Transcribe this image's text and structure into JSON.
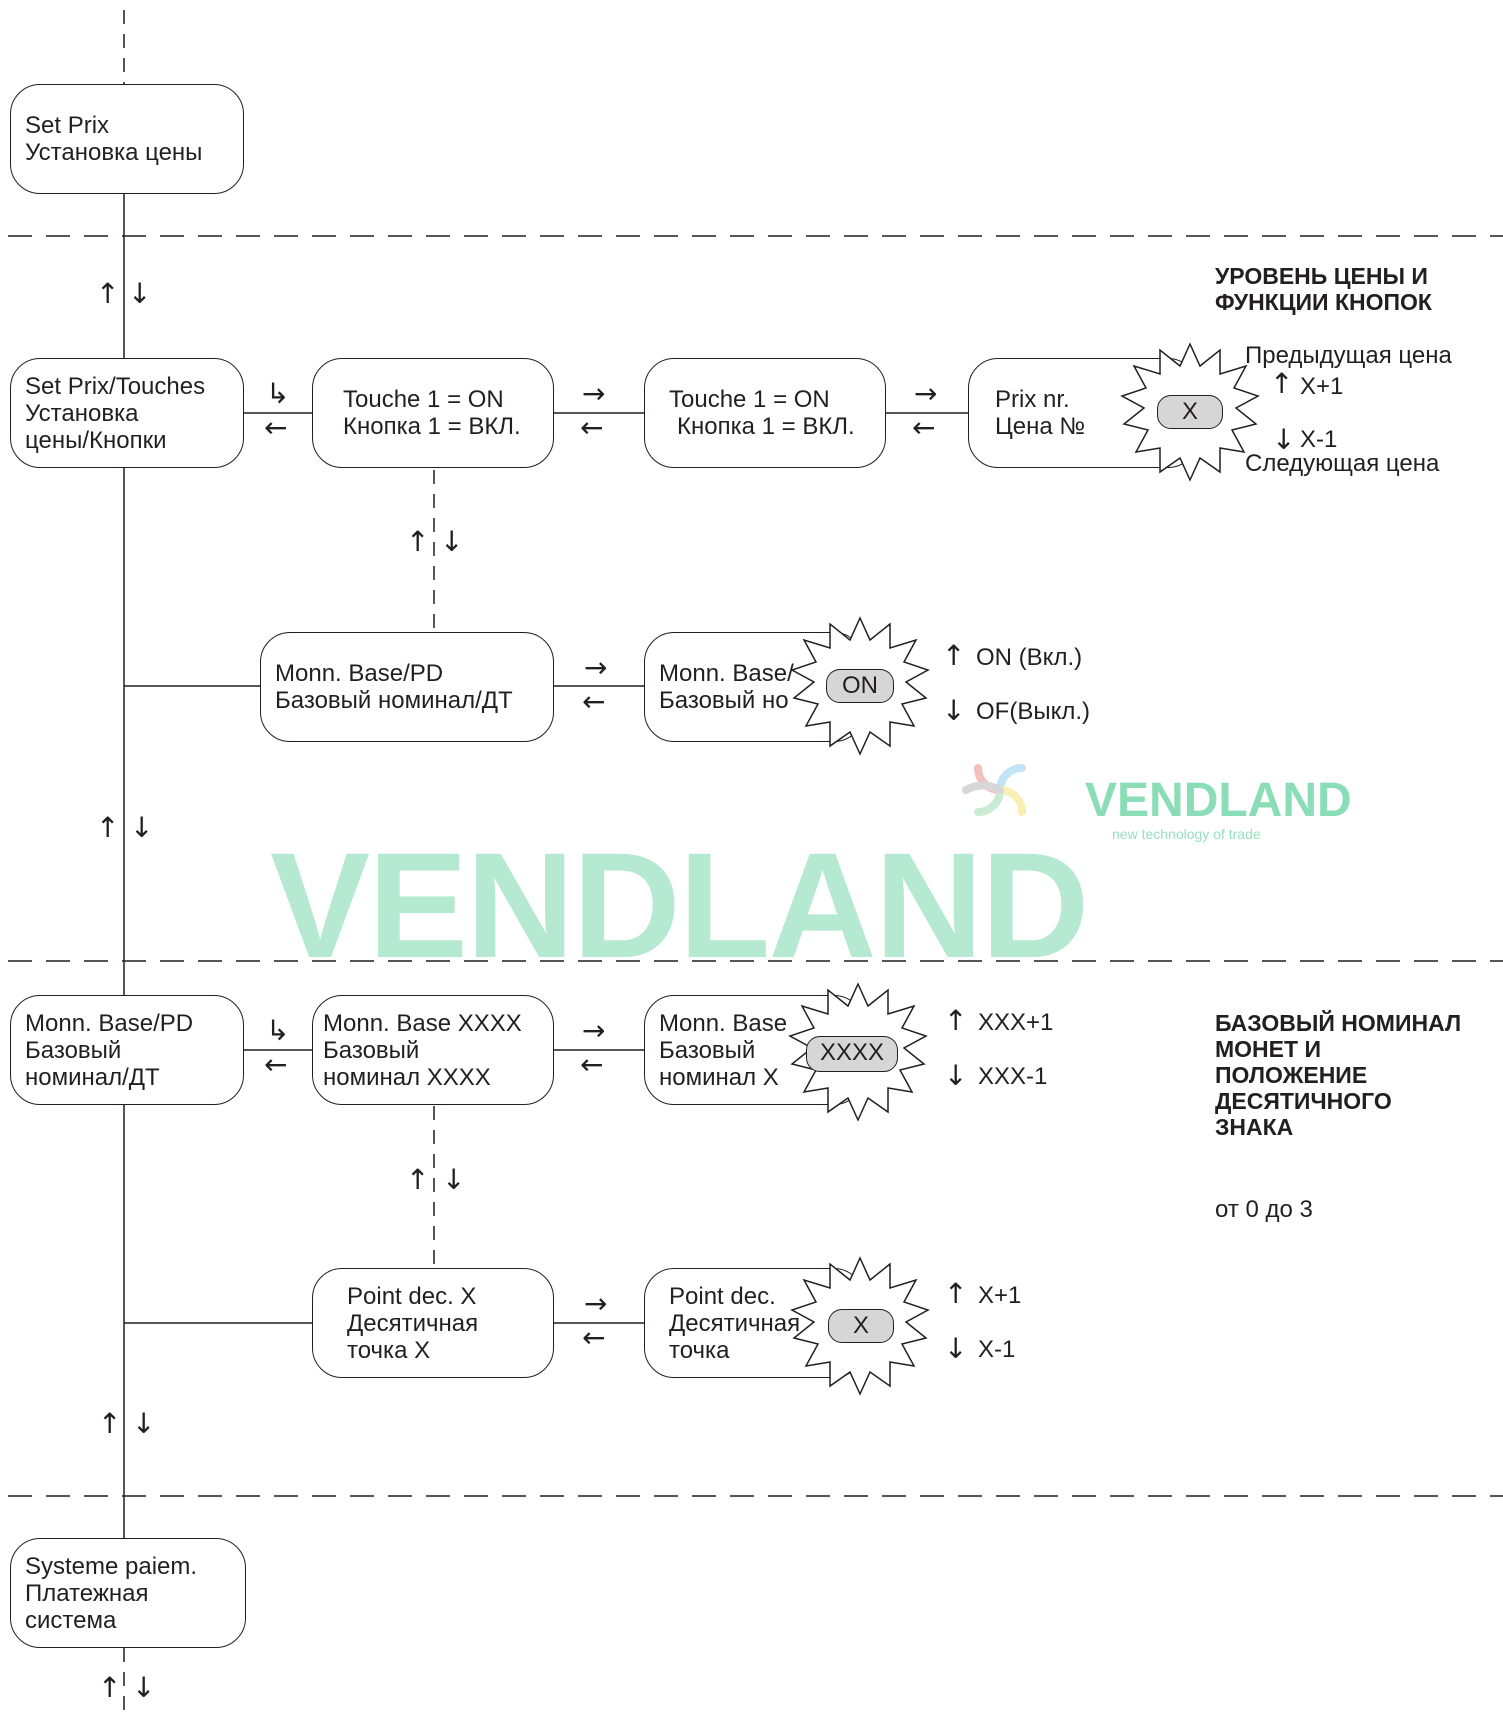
{
  "top_box": {
    "line1": "Set Prix",
    "line2": "Установка цены"
  },
  "section1": {
    "heading_line1": "УРОВЕНЬ ЦЕНЫ И",
    "heading_line2": "ФУНКЦИИ КНОПОК",
    "main_box": {
      "line1": "Set Prix/Touches",
      "line2": "Установка",
      "line3": "цены/Кнопки"
    },
    "touche_box_a": {
      "line1": "Touche 1 = ON",
      "line2": "Кнопка 1 = ВКЛ."
    },
    "touche_box_b": {
      "line1": "Touche 1 = ON",
      "line2": "Кнопка 1 = ВКЛ."
    },
    "prix_box": {
      "line1": "Prix nr.",
      "line2": "Цена №",
      "value": "X"
    },
    "prev_price": "Предыдущая цена",
    "up_label": "X+1",
    "down_label": "X-1",
    "next_price": "Следующая цена",
    "monn_box": {
      "line1": "Monn. Base/PD",
      "line2": "Базовый номинал/ДТ"
    },
    "monn_edit_box": {
      "line1": "Monn. Base/",
      "line2": "Базовый но",
      "value": "ON"
    },
    "on_label": "ON (Вкл.)",
    "off_label": "OF(Выкл.)"
  },
  "section2": {
    "heading_lines": [
      "БАЗОВЫЙ НОМИНАЛ",
      "МОНЕТ И",
      "ПОЛОЖЕНИЕ",
      "ДЕСЯТИЧНОГО",
      "ЗНАКА"
    ],
    "range_note": "от 0 до 3",
    "main_box": {
      "line1": "Monn. Base/PD",
      "line2": "Базовый",
      "line3": "номинал/ДТ"
    },
    "base_box": {
      "line1": "Monn. Base XXXX",
      "line2": "Базовый",
      "line3": "номинал XXXX"
    },
    "base_edit_box": {
      "line1": "Monn. Base",
      "line2": "Базовый",
      "line3": "номинал X",
      "value": "XXXX"
    },
    "up_label": "XXX+1",
    "down_label": "XXX-1",
    "point_box": {
      "line1": "Point dec. X",
      "line2": "Десятичная",
      "line3": "точка X"
    },
    "point_edit_box": {
      "line1": "Point dec.",
      "line2": "Десятичная",
      "line3": "точка",
      "value": "X"
    },
    "point_up": "X+1",
    "point_down": "X-1"
  },
  "bottom_box": {
    "line1": "Systeme paiem.",
    "line2": "Платежная",
    "line3": "система"
  },
  "arrows": {
    "up": "↑",
    "down": "↓",
    "right": "→",
    "left": "←",
    "hook": "↳"
  },
  "watermark": {
    "big": "VENDLAND",
    "logo_text": "VENDLAND",
    "tagline": "new technology of trade"
  },
  "colors": {
    "line": "#231f20",
    "pill": "#d6d6d6",
    "watermark": "#2ec27e"
  }
}
